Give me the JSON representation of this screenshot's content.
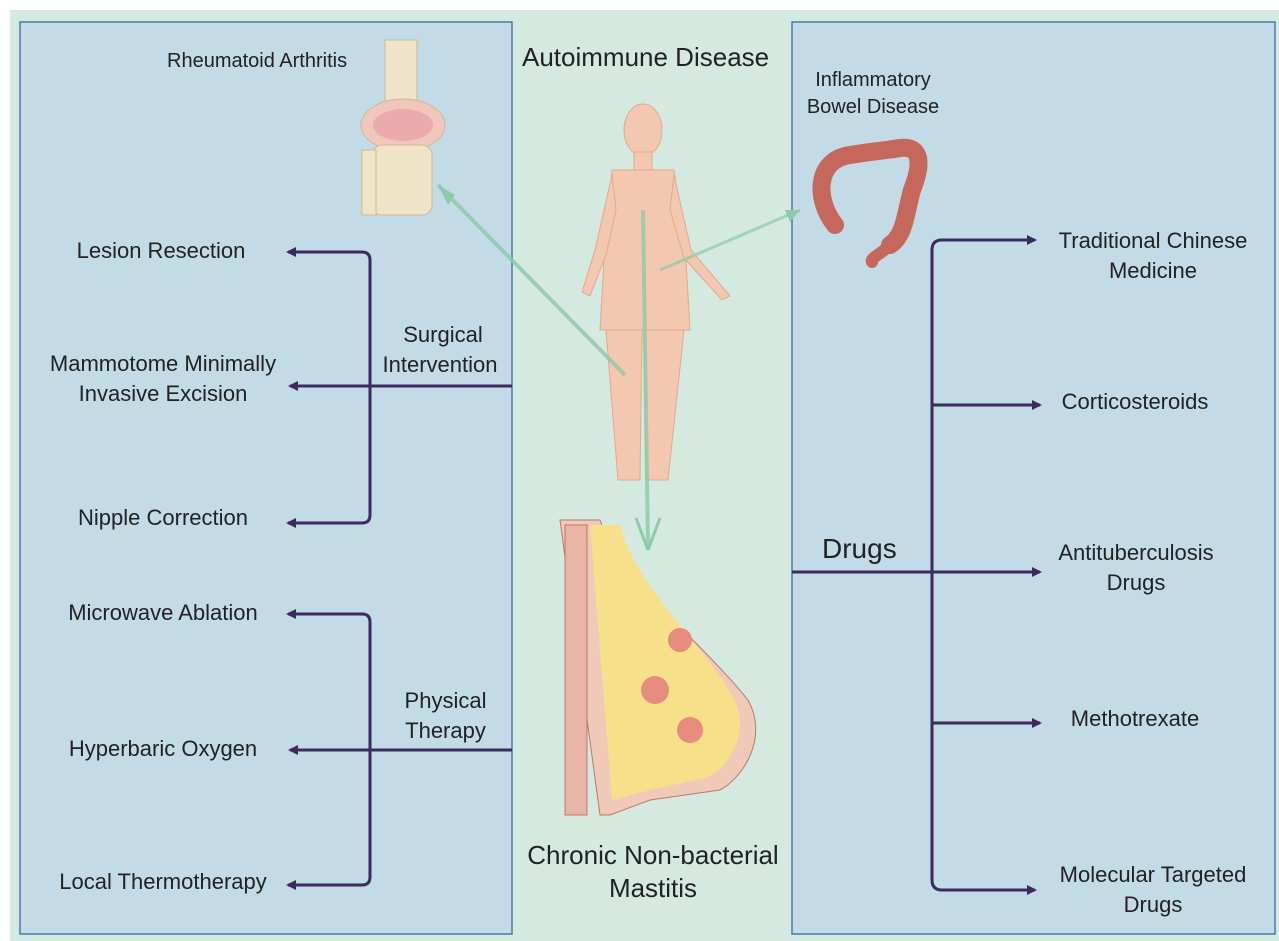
{
  "center": {
    "title": "Autoimmune Disease",
    "bottom_label_line1": "Chronic Non-bacterial",
    "bottom_label_line2": "Mastitis"
  },
  "left_panel": {
    "top_label": "Rheumatoid Arthritis",
    "surgical": {
      "label_line1": "Surgical",
      "label_line2": "Intervention",
      "items": [
        "Lesion Resection",
        "Mammotome Minimally",
        "Invasive Excision",
        "Nipple Correction"
      ]
    },
    "physical": {
      "label_line1": "Physical",
      "label_line2": "Therapy",
      "items": [
        "Microwave Ablation",
        "Hyperbaric Oxygen",
        "Local Thermotherapy"
      ]
    }
  },
  "right_panel": {
    "top_label_line1": "Inflammatory",
    "top_label_line2": "Bowel Disease",
    "drugs_label": "Drugs",
    "items": [
      "Traditional Chinese",
      "Medicine",
      "Corticosteroids",
      "Antituberculosis",
      "Drugs",
      "Methotrexate",
      "Molecular Targeted",
      "Drugs"
    ]
  },
  "colors": {
    "background": "#d4e9df",
    "panel": "#c3dbe6",
    "panel_border": "#4a7aa8",
    "arrow": "#3d2a5e",
    "green_arrow": "#8ccba8"
  }
}
